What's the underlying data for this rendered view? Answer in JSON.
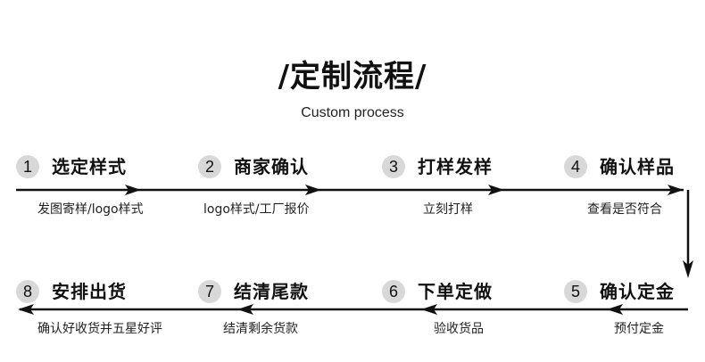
{
  "title": "/定制流程/",
  "subtitle": "Custom process",
  "steps": [
    {
      "number": "1",
      "label": "选定样式",
      "desc": "发图寄样/logo样式"
    },
    {
      "number": "2",
      "label": "商家确认",
      "desc": "logo样式/工厂报价"
    },
    {
      "number": "3",
      "label": "打样发样",
      "desc": "立刻打样"
    },
    {
      "number": "4",
      "label": "确认样品",
      "desc": "查看是否符合"
    },
    {
      "number": "5",
      "label": "确认定金",
      "desc": "预付定金"
    },
    {
      "number": "6",
      "label": "下单定做",
      "desc": "验收货品"
    },
    {
      "number": "7",
      "label": "结清尾款",
      "desc": "结清剩余货款"
    },
    {
      "number": "8",
      "label": "安排出货",
      "desc": "确认好收货并五星好评"
    }
  ]
}
